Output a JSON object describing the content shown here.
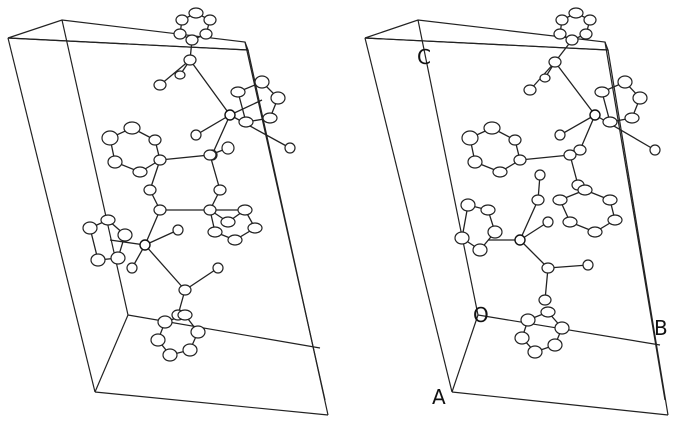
{
  "figure": {
    "type": "stereo pair crystal packing diagram",
    "axis_labels": {
      "c": "C",
      "a": "A",
      "b": "B",
      "origin": "O"
    }
  }
}
